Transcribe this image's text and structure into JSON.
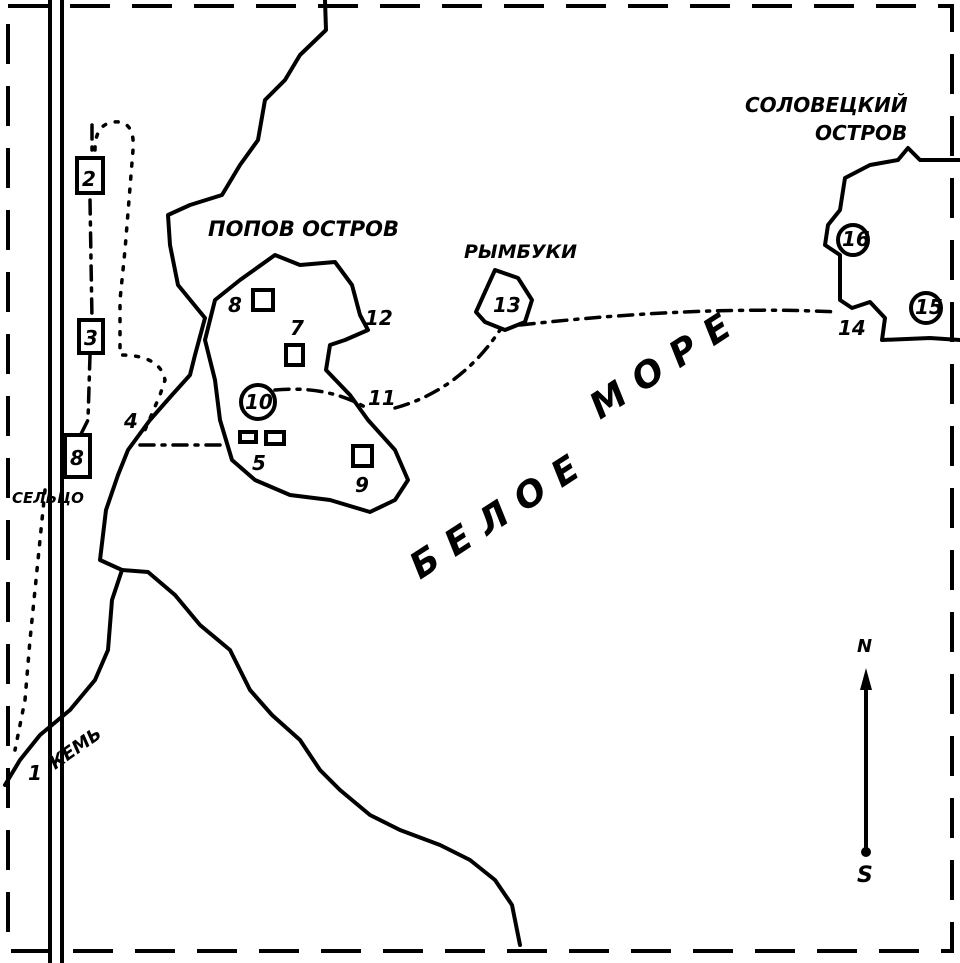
{
  "labels": {
    "popov_island": "ПОПОВ ОСТРОВ",
    "rymbuki": "РЫМБУКИ",
    "solovetsky_line1": "СОЛОВЕЦКИЙ",
    "solovetsky_line2": "ОСТРОВ",
    "white_sea_1": "БЕЛОЕ",
    "white_sea_2": "МОРЕ",
    "settlement": "СЕЛЬЦО",
    "kem": "КЕМЬ"
  },
  "compass": {
    "north": "N",
    "south": "S"
  },
  "markers": {
    "m1": "1",
    "m2": "2",
    "m3": "3",
    "m4": "4",
    "m5": "5",
    "m6": "8",
    "m7": "7",
    "m8": "8",
    "m9": "9",
    "m10": "10",
    "m11": "11",
    "m12": "12",
    "m13": "13",
    "m14": "14",
    "m15": "15",
    "m16": "16"
  }
}
